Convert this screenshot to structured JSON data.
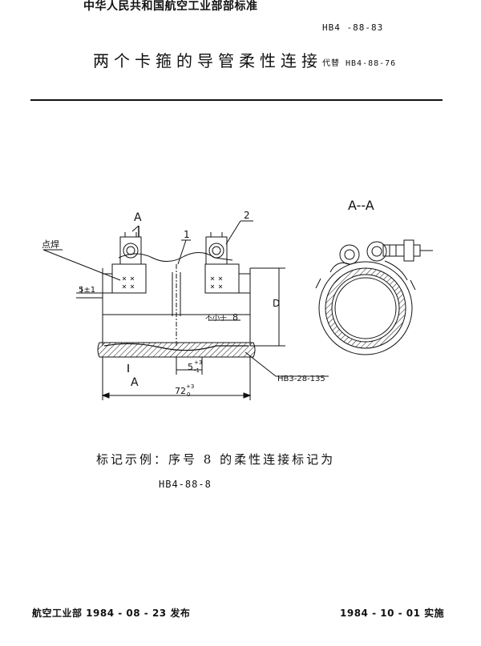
{
  "header": {
    "issuer": "中华人民共和国航空工业部部标准",
    "standard_no": "HB4 -88-83",
    "title": "两个卡箍的导管柔性连接",
    "replaces": "代替 HB4-88-76"
  },
  "drawing": {
    "section_arrow_top": "A",
    "section_arrow_bottom": "A",
    "section_title": "A--A",
    "part_1": "1",
    "part_2": "2",
    "spot_weld": "点焊",
    "dim_5": "5±1",
    "dim_D": "D",
    "dim_not_less": "不小于",
    "dim_8": "8",
    "dim_5_tol_main": "5",
    "dim_5_tol_upper": "+3",
    "dim_5_tol_lower": "-1",
    "dim_72_main": "72",
    "dim_72_tol_upper": "+3",
    "dim_72_tol_lower": "0",
    "hose_ref": "HB3-28-135"
  },
  "marking": {
    "example": "标记示例：序号 8 的柔性连接标记为",
    "code": "HB4-88-8"
  },
  "footer": {
    "left": "航空工业部 1984 - 08 - 23  发布",
    "right": "1984 - 10 - 01  实施"
  }
}
